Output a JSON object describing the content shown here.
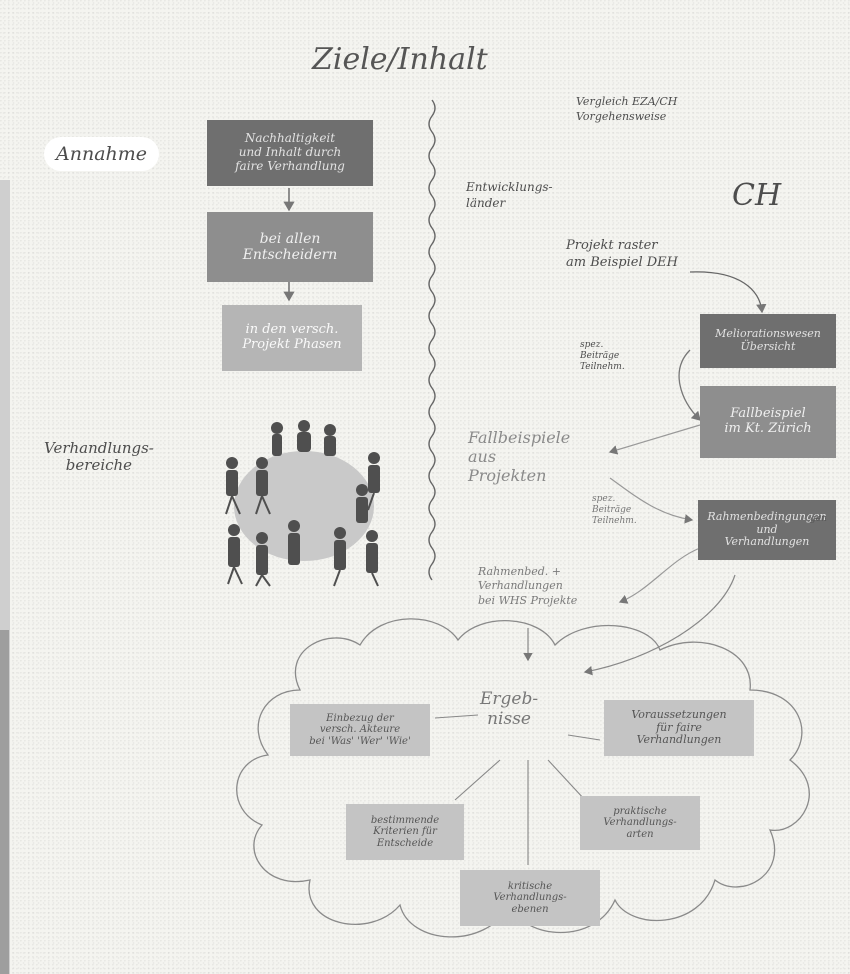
{
  "title": "Ziele/Inhalt",
  "left": {
    "assumption_label": "Annahme",
    "boxes": [
      "Nachhaltigkeit\nund Inhalt durch\nfaire Verhandlung",
      "bei allen\nEntscheidern",
      "in den versch.\nProjekt Phasen"
    ],
    "negotiation_label": "Verhandlungs-\nbereiche"
  },
  "right": {
    "comparison_label": "Vergleich EZA/CH\nVorgehensweise",
    "developing_countries": "Entwicklungs-\nländer",
    "ch_label": "CH",
    "project_grid": "Projekt raster\nam Beispiel DEH",
    "melioration_box": "Meliorationswesen\nÜbersicht",
    "case_box": "Fallbeispiel\nim Kt. Zürich",
    "case_examples": "Fallbeispiele\naus\nProjekten",
    "contributions_1": "spez.\nBeiträge\nTeilnehm.",
    "contributions_2": "spez.\nBeiträge\nTeilnehm.",
    "framework_box": "Rahmenbedingungen\nund\nVerhandlungen",
    "framework_suffix": "gen",
    "framework_projects": "Rahmenbed. +\nVerhandlungen\nbei WHS Projekte"
  },
  "results": {
    "center": "Ergeb-\nnisse",
    "items": [
      "Einbezug der\nversch. Akteure\nbei 'Was' 'Wer' 'Wie'",
      "Voraussetzungen\nfür faire\nVerhandlungen",
      "bestimmende\nKriterien für\nEntscheide",
      "praktische\nVerhandlungs-\narten",
      "kritische\nVerhandlungs-\nebenen"
    ]
  }
}
